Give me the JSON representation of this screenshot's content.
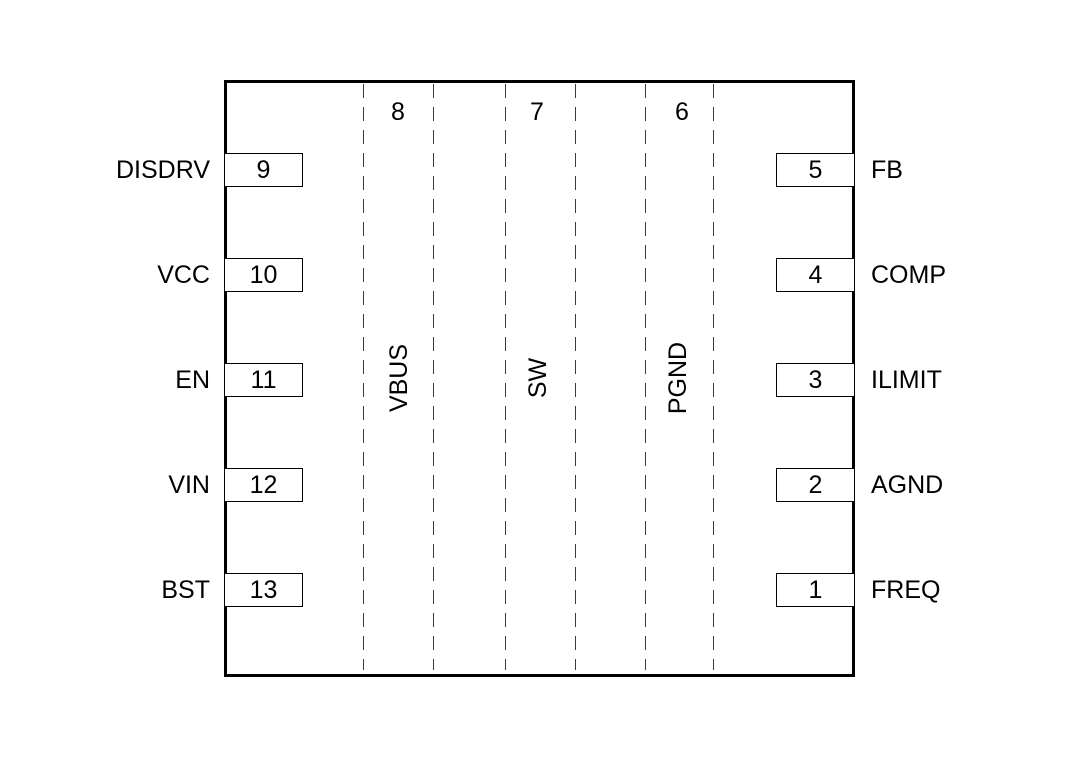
{
  "figure": {
    "type": "ic-pinout-diagram",
    "background_color": "#ffffff",
    "line_color": "#000000"
  },
  "chip": {
    "left_pins": [
      {
        "number": "9",
        "label": "DISDRV"
      },
      {
        "number": "10",
        "label": "VCC"
      },
      {
        "number": "11",
        "label": "EN"
      },
      {
        "number": "12",
        "label": "VIN"
      },
      {
        "number": "13",
        "label": "BST"
      }
    ],
    "right_pins": [
      {
        "number": "5",
        "label": "FB"
      },
      {
        "number": "4",
        "label": "COMP"
      },
      {
        "number": "3",
        "label": "ILIMIT"
      },
      {
        "number": "2",
        "label": "AGND"
      },
      {
        "number": "1",
        "label": "FREQ"
      }
    ],
    "top_pads": [
      {
        "number": "8",
        "label": "VBUS"
      },
      {
        "number": "7",
        "label": "SW"
      },
      {
        "number": "6",
        "label": "PGND"
      }
    ]
  }
}
